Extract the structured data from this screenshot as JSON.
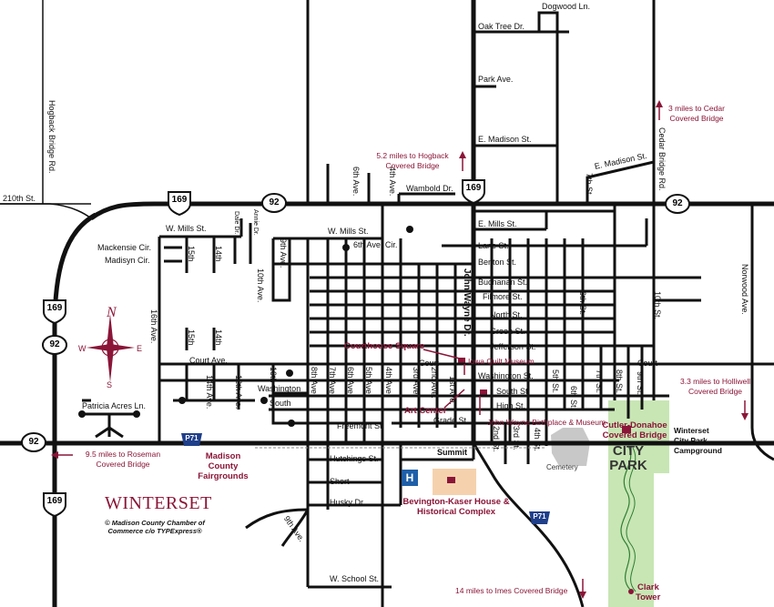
{
  "city": "WINTERSET",
  "credit_line1": "© Madison County Chamber of",
  "credit_line2": "Commerce c/o TYPExpress®",
  "compass": {
    "n": "N",
    "s": "S",
    "e": "E",
    "w": "W"
  },
  "shields": {
    "us169": "169",
    "ia92": "92",
    "p71": "P71"
  },
  "streets": {
    "dogwood": "Dogwood Ln.",
    "oak_tree": "Oak Tree Dr.",
    "park_ave": "Park Ave.",
    "e_madison_n": "E. Madison St.",
    "e_madison_ne": "E. Madison St.",
    "wambold": "Wambold Dr.",
    "st210": "210th St.",
    "hogback_rd": "Hogback Bridge Rd.",
    "cedar_bridge_rd": "Cedar Bridge Rd.",
    "norwood": "Norwood Ave.",
    "seventh_st_ne": "7th St.",
    "sixth_ave_n": "6th Ave.",
    "fourth_ave_n": "4th Ave.",
    "w_mills_w": "W. Mills St.",
    "w_mills": "W. Mills St.",
    "e_mills": "E. Mills St.",
    "dale_dr": "Dale Dr.",
    "annie_dr": "Annie Dr.",
    "mackensie": "Mackensie Cir.",
    "madisyn": "Madisyn Cir.",
    "fifteenth_n": "15th",
    "fourteenth_n": "14th",
    "ninth_ave": "9th Ave.",
    "tenth_ave": "10th Ave.",
    "sixth_ave_cir": "6th Ave. Cir.",
    "lane": "Lane St.",
    "benton": "Benton St.",
    "buchanan": "Buchanan St.",
    "filmore": "Filmore St.",
    "north": "North St.",
    "green": "Green St.",
    "jefferson": "Jefferson St.",
    "court_w": "Court Ave.",
    "court": "Court",
    "court_e": "Court",
    "washington_w": "Washington",
    "washington": "Washington St.",
    "south_w": "South",
    "south": "South St.",
    "high": "High St.",
    "grade": "Grade St.",
    "freemont": "Freemont St.",
    "hutchings": "Hutchings St.",
    "summit": "Summit",
    "short": "Short",
    "husky": "Husky Dr.",
    "ninth_ave_s": "9th Ave.",
    "w_school": "W. School St.",
    "patricia": "Patricia Acres Ln.",
    "sixteenth": "16th Ave.",
    "fifteenth_s": "15th",
    "fourteenth_s": "14th",
    "fourteenth_ave": "14th Ave.",
    "twelfth_ave": "12th Ave.",
    "tenth_s": "10th",
    "eighth_ave": "8th Ave.",
    "seventh_ave": "7th Ave.",
    "sixth_ave": "6th Ave.",
    "fifth_ave": "5th Ave.",
    "fourth_ave": "4th Ave.",
    "third_ave": "3rd Ave.",
    "second_ave": "2nd Ave.",
    "first_ave": "1st Ave.",
    "john_wayne": "John Wayne Dr.",
    "second_st": "2nd St.",
    "third_st": "3rd St.",
    "fourth_st": "4th St.",
    "fifth_st": "5th St.",
    "sixth_st": "6th St.",
    "seventh_st": "7th St.",
    "eighth_st": "8th St.",
    "ninth_st": "9th St.",
    "tenth_st": "10th St.",
    "sixth_st_n": "6th St."
  },
  "pois": {
    "courthouse": "Courthouse Square",
    "quilt": "Iowa Quilt Museum",
    "art": "Art Center",
    "birthplace": "John Wayne Birthplace & Museum",
    "cutler1": "Cutler-Donahoe",
    "cutler2": "Covered Bridge",
    "fair1": "Madison",
    "fair2": "County",
    "fair3": "Fairgrounds",
    "bev1": "Bevington-Kaser House &",
    "bev2": "Historical Complex",
    "cemetery": "Cemetery",
    "park1": "CITY",
    "park2": "PARK",
    "camp1": "Winterset",
    "camp2": "City Park",
    "camp3": "Campground",
    "clark1": "Clark",
    "clark2": "Tower",
    "hospital": "H"
  },
  "directions": {
    "hogback1": "5.2 miles to Hogback",
    "hogback2": "Covered Bridge",
    "cedar1": "3 miles to Cedar",
    "cedar2": "Covered Bridge",
    "holliwell1": "3.3 miles to Holliwell",
    "holliwell2": "Covered Bridge",
    "roseman1": "9.5 miles to Roseman",
    "roseman2": "Covered Bridge",
    "imes": "14 miles to Imes Covered Bridge"
  },
  "colors": {
    "road": "#111111",
    "accent": "#8a1538",
    "park": "#c8e6b4",
    "cemetery": "#c8c8c8",
    "poi_fill": "#f5d2ad",
    "hospital": "#1f5fa8"
  }
}
